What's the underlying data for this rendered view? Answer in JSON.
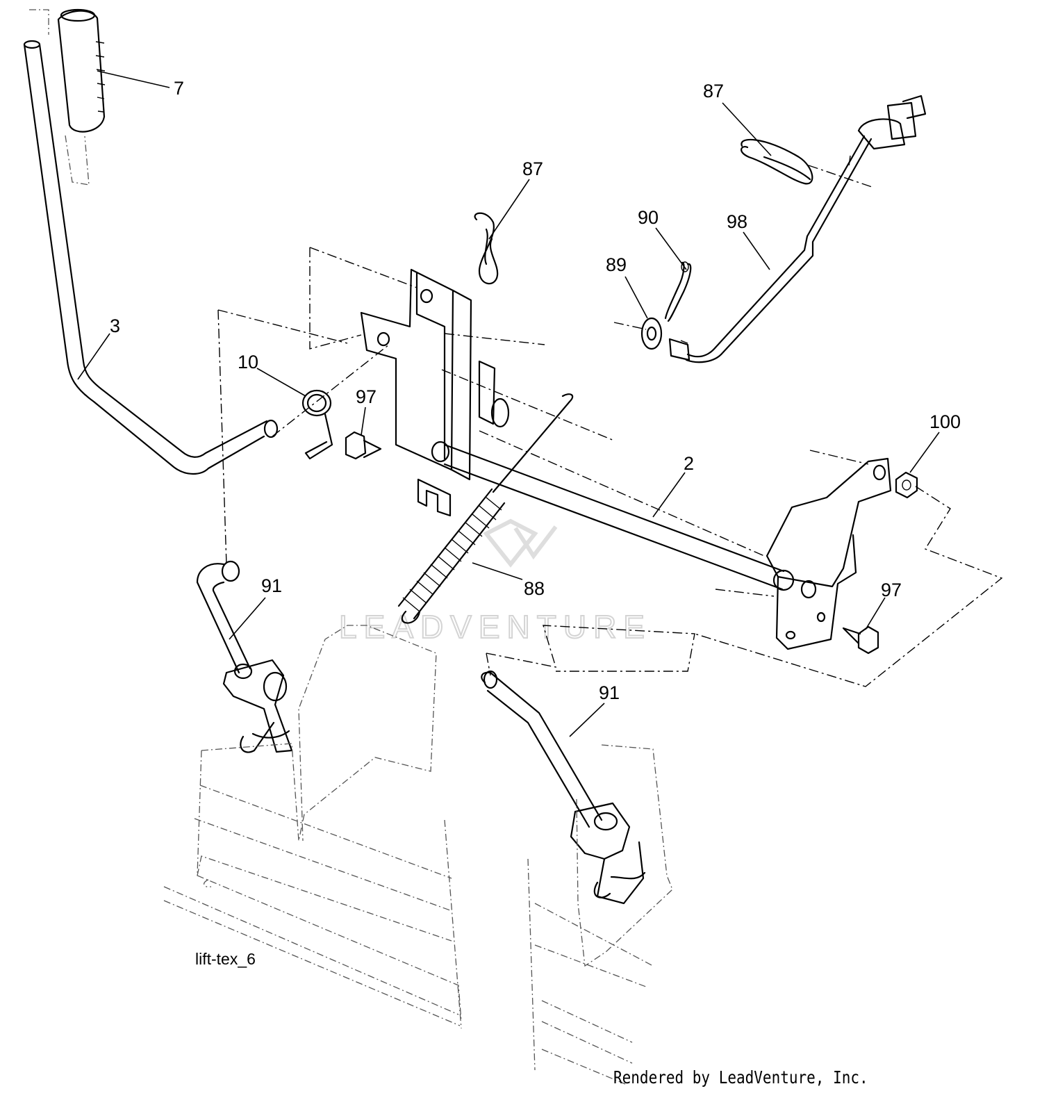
{
  "diagram": {
    "callouts": [
      "7",
      "3",
      "87",
      "87",
      "90",
      "89",
      "98",
      "10",
      "97",
      "2",
      "100",
      "88",
      "91",
      "97",
      "91"
    ],
    "figure_ref": "lift-tex_6",
    "watermark": "LEADVENTURE",
    "footer_credit": "Rendered by LeadVenture, Inc."
  }
}
